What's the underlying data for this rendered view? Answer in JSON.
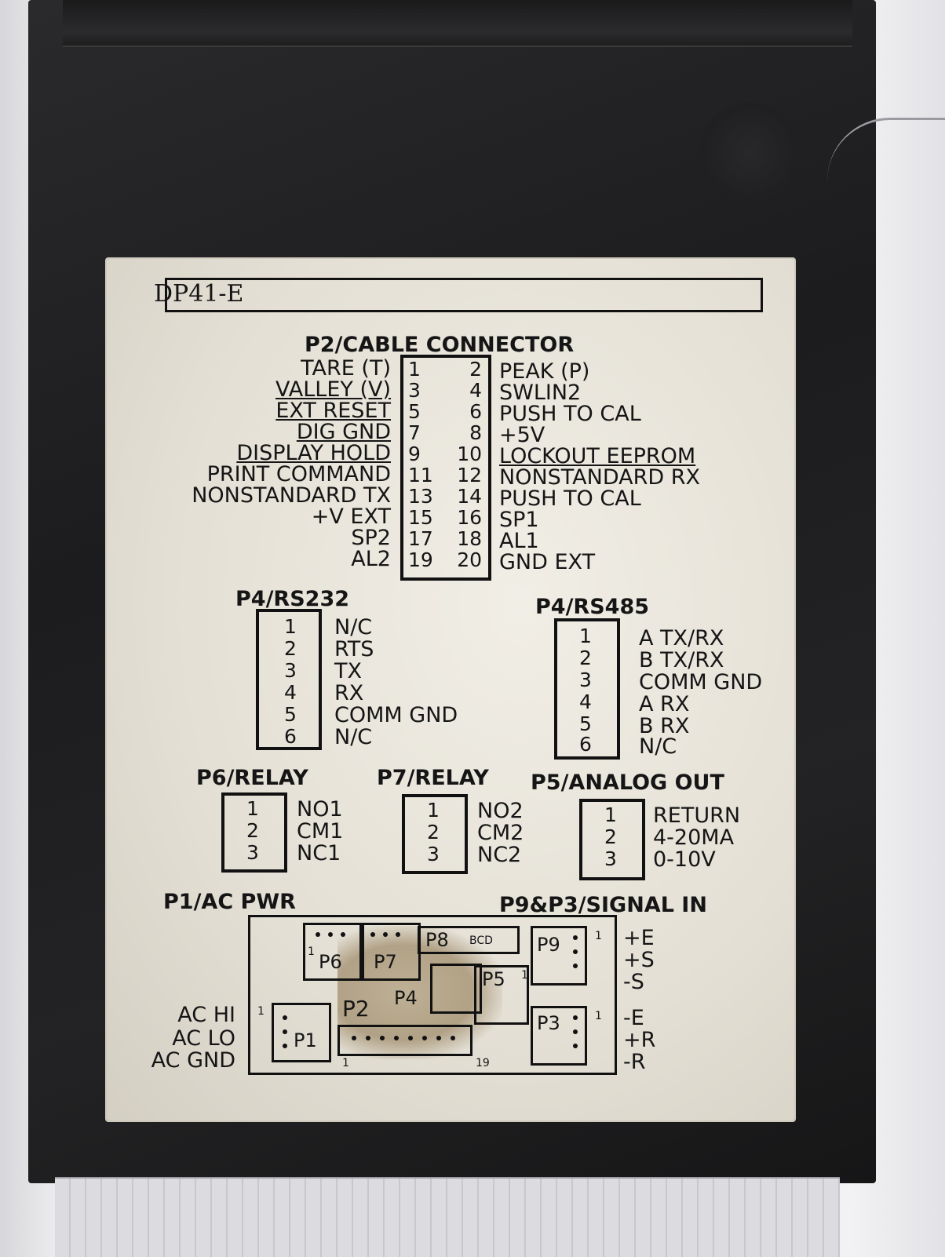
{
  "model": "DP41-E",
  "p2": {
    "title": "P2/CABLE CONNECTOR",
    "left_labels": [
      "TARE (T)",
      "VALLEY (V)",
      "EXT RESET",
      "DIG GND",
      "DISPLAY HOLD",
      "PRINT COMMAND",
      "NONSTANDARD TX",
      "+V EXT",
      "SP2",
      "AL2"
    ],
    "left_pins": [
      "1",
      "3",
      "5",
      "7",
      "9",
      "11",
      "13",
      "15",
      "17",
      "19"
    ],
    "right_pins": [
      "2",
      "4",
      "6",
      "8",
      "10",
      "12",
      "14",
      "16",
      "18",
      "20"
    ],
    "right_labels": [
      "PEAK (P)",
      "SWLIN2",
      "PUSH TO CAL",
      "+5V",
      "LOCKOUT EEPROM",
      "NONSTANDARD RX",
      "PUSH TO CAL",
      "SP1",
      "AL1",
      "GND EXT"
    ]
  },
  "rs232": {
    "title": "P4/RS232",
    "pins": [
      "1",
      "2",
      "3",
      "4",
      "5",
      "6"
    ],
    "labels": [
      "N/C",
      "RTS",
      "TX",
      "RX",
      "COMM GND",
      "N/C"
    ]
  },
  "rs485": {
    "title": "P4/RS485",
    "pins": [
      "1",
      "2",
      "3",
      "4",
      "5",
      "6"
    ],
    "labels": [
      "A TX/RX",
      "B TX/RX",
      "COMM GND",
      "A RX",
      "B RX",
      "N/C"
    ]
  },
  "p6": {
    "title": "P6/RELAY",
    "pins": [
      "1",
      "2",
      "3"
    ],
    "labels": [
      "NO1",
      "CM1",
      "NC1"
    ]
  },
  "p7": {
    "title": "P7/RELAY",
    "pins": [
      "1",
      "2",
      "3"
    ],
    "labels": [
      "NO2",
      "CM2",
      "NC2"
    ]
  },
  "p5": {
    "title": "P5/ANALOG OUT",
    "pins": [
      "1",
      "2",
      "3"
    ],
    "labels": [
      "RETURN",
      "4-20MA",
      "0-10V"
    ]
  },
  "p1": {
    "title": "P1/AC PWR",
    "labels": [
      "AC HI",
      "AC LO",
      "AC GND"
    ]
  },
  "signal": {
    "title": "P9&P3/SIGNAL IN",
    "labels": [
      "+E",
      "+S",
      "-S",
      "-E",
      "+R",
      "-R"
    ]
  },
  "board": {
    "p6": "P6",
    "p7": "P7",
    "p8": "P8",
    "bcd": "BCD",
    "p9": "P9",
    "p5": "P5",
    "p4": "P4",
    "p2": "P2",
    "p1": "P1",
    "p3": "P3",
    "one": "1",
    "nineteen": "19"
  }
}
